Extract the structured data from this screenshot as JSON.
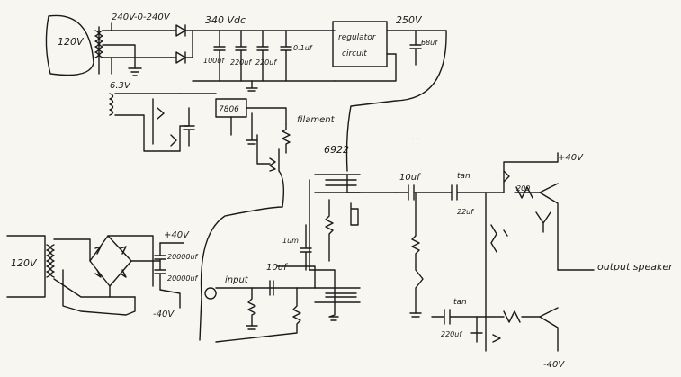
{
  "power_supply": {
    "mains_primary": "120V",
    "secondary_ht": "240V-0-240V",
    "bus_voltage": "340 Vdc",
    "cap_1": "100uf",
    "cap_2": "220uf",
    "cap_3": "220uf",
    "cap_4": "0.1uf",
    "regulator_label_line1": "regulator",
    "regulator_label_line2": "circuit",
    "out_voltage": "250V",
    "out_cap": "68uf"
  },
  "filament_supply": {
    "secondary": "6.3V",
    "ic": "7806",
    "filament_label": "filament"
  },
  "rail_supply": {
    "mains_primary": "120V",
    "pos_rail": "+40V",
    "neg_rail": "-40V",
    "cap_1": "20000uf",
    "cap_2": "20000uf"
  },
  "amplifier": {
    "tube": "6922",
    "input_label": "input",
    "input_cap": "10uf",
    "cathode_cap": "1um",
    "coupling_cap": "10uf",
    "tan_cap_top": "tan",
    "tan_value_top": "22uf",
    "tan_cap_bottom": "tan",
    "tan_value_bottom": "220uf",
    "bias_res": "200",
    "out_pos_rail": "+40V",
    "out_neg_rail": "-40V",
    "output_label": "output speaker"
  }
}
